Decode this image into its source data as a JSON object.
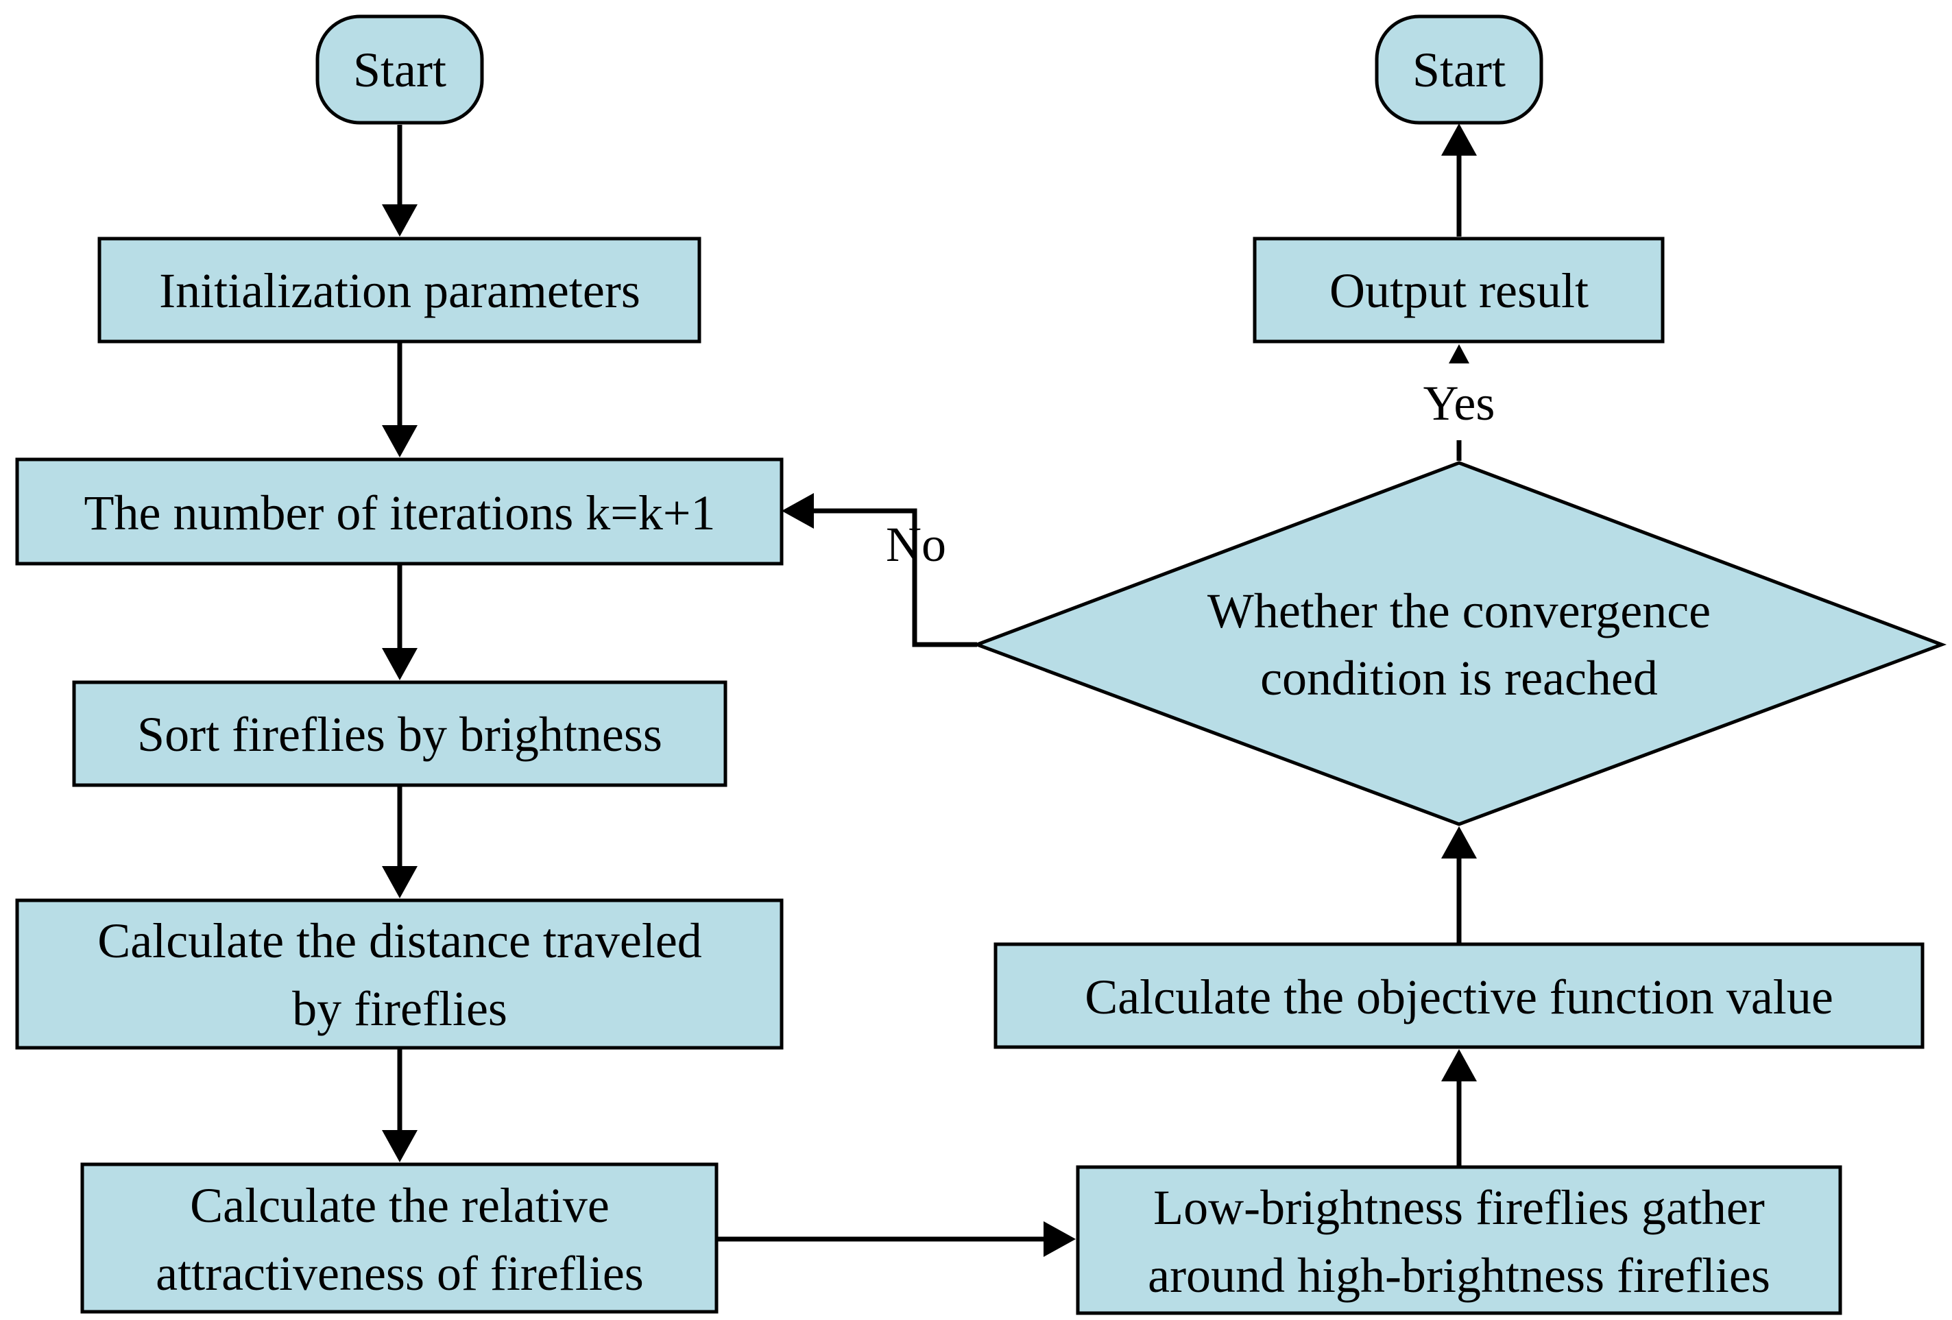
{
  "nodes": {
    "start_top_left": {
      "label": "Start"
    },
    "init_params": {
      "label": "Initialization parameters"
    },
    "iterations": {
      "label": "The number of iterations k=k+1"
    },
    "sort_fireflies": {
      "label": "Sort fireflies by brightness"
    },
    "calc_distance": {
      "lines": [
        "Calculate the distance traveled",
        "by fireflies"
      ]
    },
    "calc_attractiveness": {
      "lines": [
        "Calculate the relative",
        "attractiveness of fireflies"
      ]
    },
    "gather": {
      "lines": [
        "Low-brightness fireflies gather",
        "around high-brightness fireflies"
      ]
    },
    "objective": {
      "label": "Calculate the objective function value"
    },
    "convergence": {
      "lines": [
        "Whether the convergence",
        "condition is reached"
      ]
    },
    "output": {
      "label": "Output result"
    },
    "start_top_right": {
      "label": "Start"
    }
  },
  "edges": {
    "yes_label": "Yes",
    "no_label": "No"
  },
  "colors": {
    "node_fill": "#b8dde6",
    "stroke": "#000000"
  }
}
